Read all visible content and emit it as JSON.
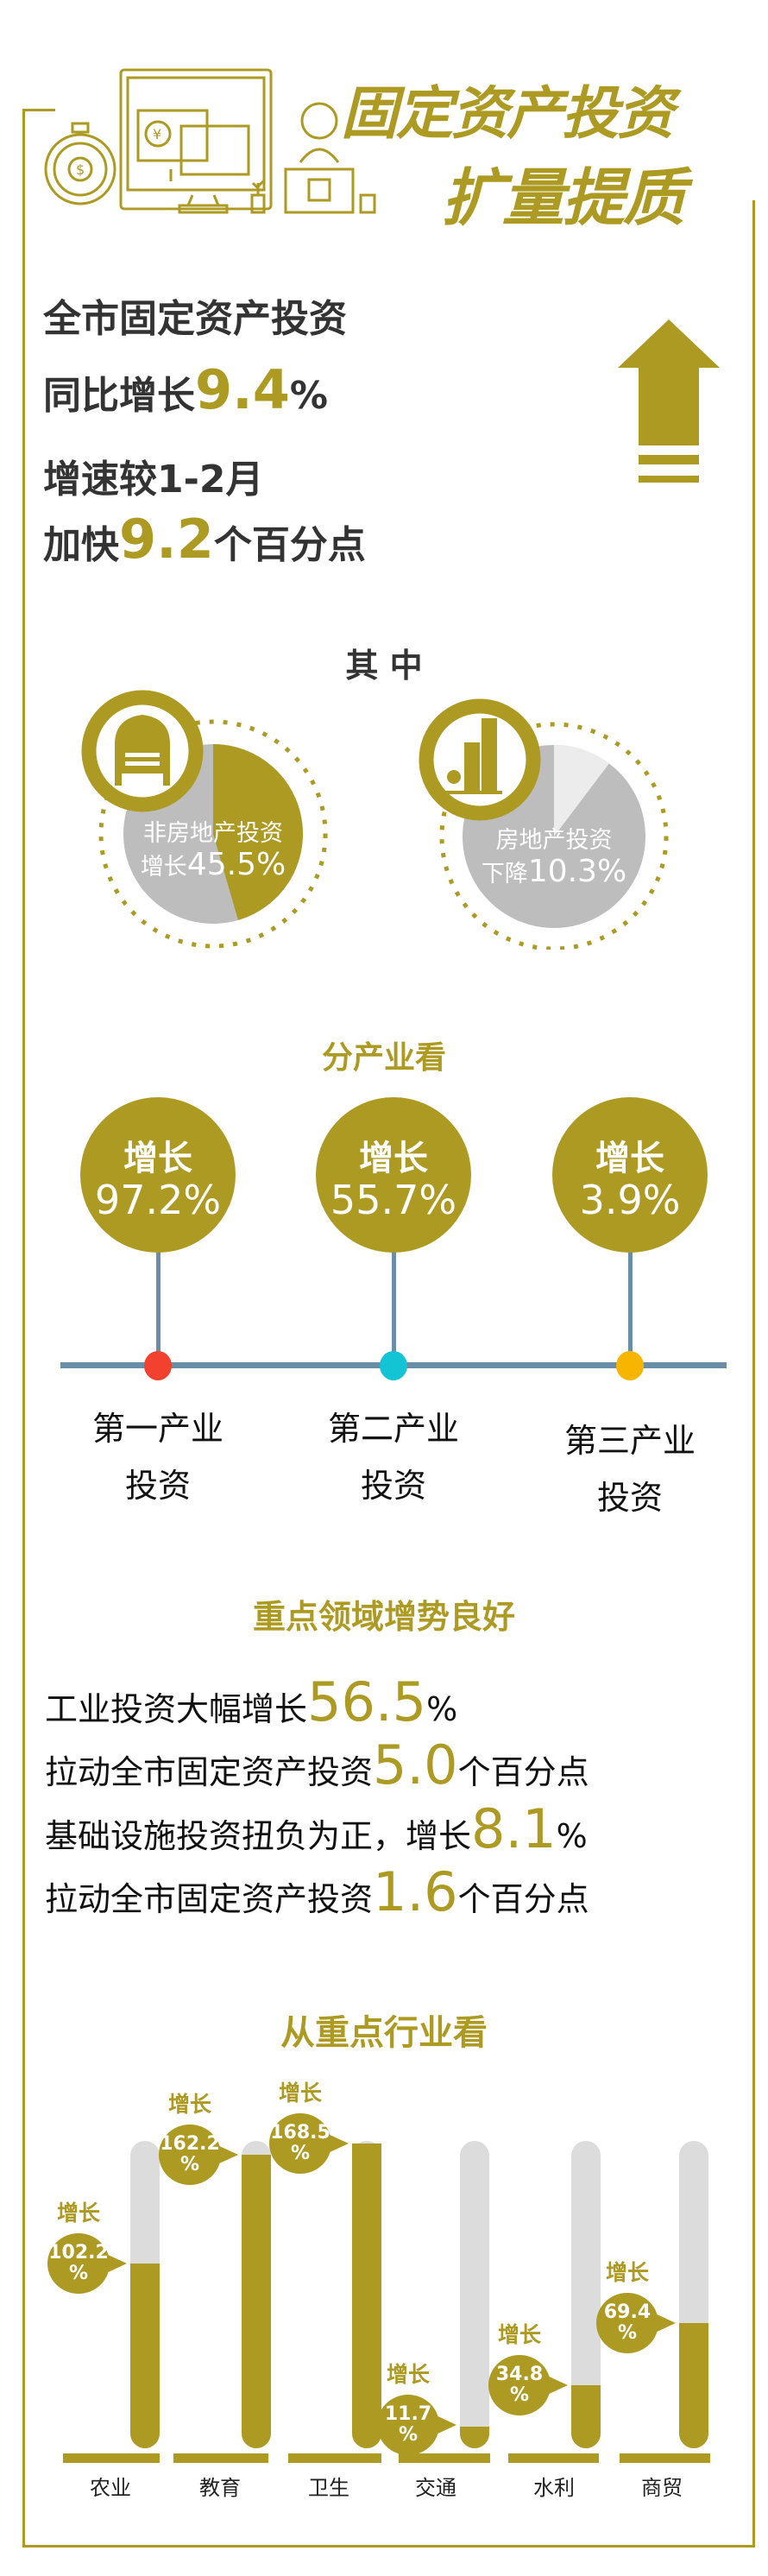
{
  "header": {
    "title_line1": "固定资产投资",
    "title_line2": "扩量提质"
  },
  "summary": {
    "line1": "全市固定资产投资",
    "line2_prefix": "同比增长",
    "line2_value": "9.4",
    "line2_suffix": "%",
    "line3": "增速较1-2月",
    "line4_prefix": "加快",
    "line4_value": "9.2",
    "line4_suffix": "个百分点",
    "arrow_icon": "up-arrow-icon"
  },
  "breakdown": {
    "title": "其 中",
    "items": [
      {
        "label": "非房地产投资",
        "prefix": "增长",
        "value": "45.5%",
        "share": 45.5,
        "icon": "bed-icon"
      },
      {
        "label": "房地产投资",
        "prefix": "下降",
        "value": "10.3%",
        "share": 10.3,
        "icon": "buildings-icon"
      }
    ]
  },
  "industries": {
    "title": "分产业看",
    "items": [
      {
        "growth_label": "增长",
        "value": "97.2%",
        "name_line1": "第一产业",
        "name_line2": "投资",
        "dot_color": "#f2412f"
      },
      {
        "growth_label": "增长",
        "value": "55.7%",
        "name_line1": "第二产业",
        "name_line2": "投资",
        "dot_color": "#12c4d4"
      },
      {
        "growth_label": "增长",
        "value": "3.9%",
        "name_line1": "第三产业",
        "name_line2": "投资",
        "dot_color": "#f7b500"
      }
    ]
  },
  "key_areas": {
    "title": "重点领域增势良好",
    "lines": [
      {
        "prefix": "工业投资大幅增长",
        "value": "56.5",
        "suffix": "%"
      },
      {
        "prefix": "拉动全市固定资产投资",
        "value": "5.0",
        "suffix": "个百分点"
      },
      {
        "prefix": "基础设施投资扭负为正，增长",
        "value": "8.1",
        "suffix": "%"
      },
      {
        "prefix": "拉动全市固定资产投资",
        "value": "1.6",
        "suffix": "个百分点"
      }
    ]
  },
  "chart_data": {
    "type": "bar",
    "title": "从重点行业看",
    "categories": [
      "农业",
      "教育",
      "卫生",
      "交通",
      "水利",
      "商贸"
    ],
    "values": [
      102.2,
      162.2,
      168.5,
      11.7,
      34.8,
      69.4
    ],
    "value_prefix": "增长",
    "value_labels": [
      "102.2\n%",
      "162.2\n%",
      "168.5\n%",
      "11.7\n%",
      "34.8\n%",
      "69.4\n%"
    ],
    "ylim": [
      0,
      170
    ],
    "grid": false,
    "colors": {
      "fill": "#ad9a23",
      "track": "#dcdcdc"
    }
  }
}
